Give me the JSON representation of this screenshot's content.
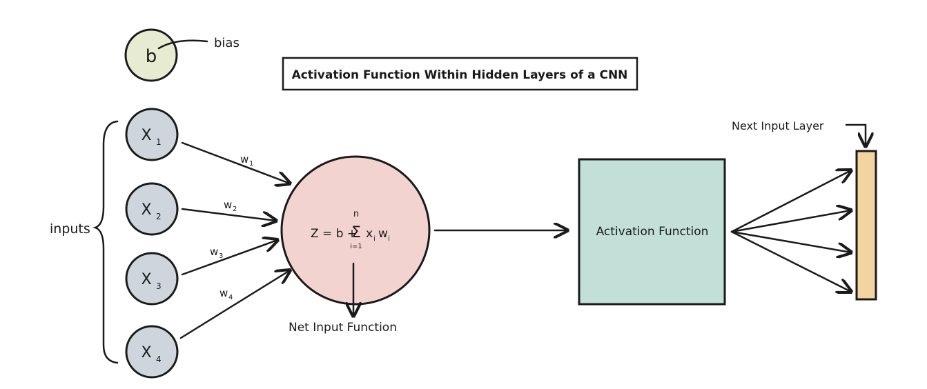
{
  "title": "Activation Function Within Hidden Layers of a CNN",
  "bias": {
    "symbol": "b",
    "label": "bias"
  },
  "inputs": {
    "label": "inputs",
    "nodes": [
      {
        "name": "X",
        "sub": "1"
      },
      {
        "name": "X",
        "sub": "2"
      },
      {
        "name": "X",
        "sub": "3"
      },
      {
        "name": "X",
        "sub": "4"
      }
    ]
  },
  "weights": [
    {
      "name": "w",
      "sub": "1"
    },
    {
      "name": "w",
      "sub": "2"
    },
    {
      "name": "w",
      "sub": "3"
    },
    {
      "name": "w",
      "sub": "4"
    }
  ],
  "net_input": {
    "formula_lhs": "Z = b +",
    "sigma": "Σ",
    "upper": "n",
    "lower": "i=1",
    "term": "x",
    "term_sub": "i",
    "weight": "w",
    "weight_sub": "i",
    "label": "Net Input Function"
  },
  "activation": {
    "label": "Activation Function"
  },
  "next_layer": {
    "label": "Next Input Layer"
  },
  "colors": {
    "bias_fill": "#e6ebd2",
    "input_fill": "#cfd5dc",
    "neuron_fill": "#f3d3cf",
    "activation_fill": "#c2e0d8",
    "next_layer_fill": "#f1d49f"
  }
}
